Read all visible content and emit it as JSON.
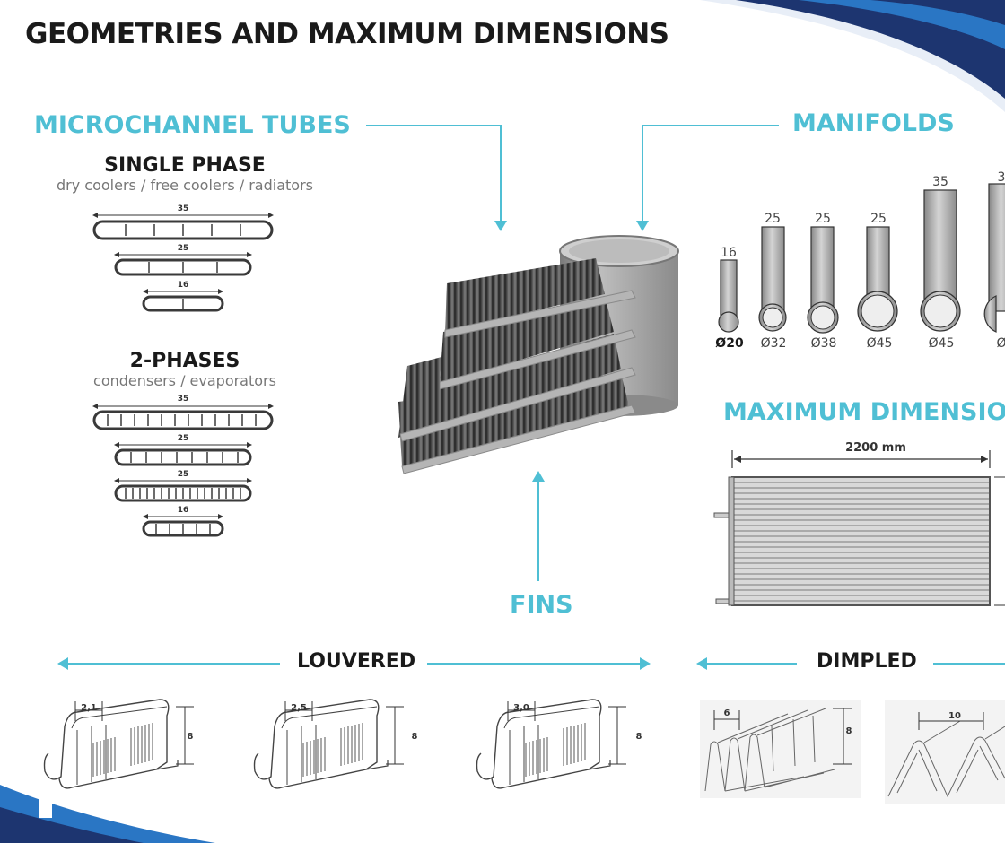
{
  "title": "GEOMETRIES AND MAXIMUM DIMENSIONS",
  "microchannel": {
    "heading": "MICROCHANNEL TUBES",
    "single_phase": {
      "title": "SINGLE PHASE",
      "usage": "dry coolers / free coolers / radiators",
      "tubes": [
        "35",
        "25",
        "16"
      ]
    },
    "two_phases": {
      "title": "2-PHASES",
      "usage": "condensers / evaporators",
      "tubes": [
        "35",
        "25",
        "25",
        "16"
      ]
    }
  },
  "manifolds": {
    "heading": "MANIFOLDS",
    "items": [
      {
        "height": "16",
        "diameter": "Ø20"
      },
      {
        "height": "25",
        "diameter": "Ø32"
      },
      {
        "height": "25",
        "diameter": "Ø38"
      },
      {
        "height": "25",
        "diameter": "Ø45"
      },
      {
        "height": "35",
        "diameter": "Ø45"
      },
      {
        "height": "3",
        "diameter": "Ø"
      }
    ]
  },
  "max_dimensions": {
    "heading": "MAXIMUM DIMENSION",
    "width_label": "2200 mm"
  },
  "fins": {
    "heading": "FINS",
    "louvered": {
      "label": "LOUVERED",
      "items": [
        {
          "pitch": "2,1",
          "height": "8"
        },
        {
          "pitch": "2,5",
          "height": "8"
        },
        {
          "pitch": "3,0",
          "height": "8"
        }
      ]
    },
    "dimpled": {
      "label": "DIMPLED",
      "items": [
        {
          "pitch": "6",
          "height": "8"
        },
        {
          "pitch": "10",
          "height": ""
        }
      ]
    }
  },
  "colors": {
    "accent": "#4fbfd4",
    "navy": "#1d3570",
    "blue": "#2a76c4"
  }
}
